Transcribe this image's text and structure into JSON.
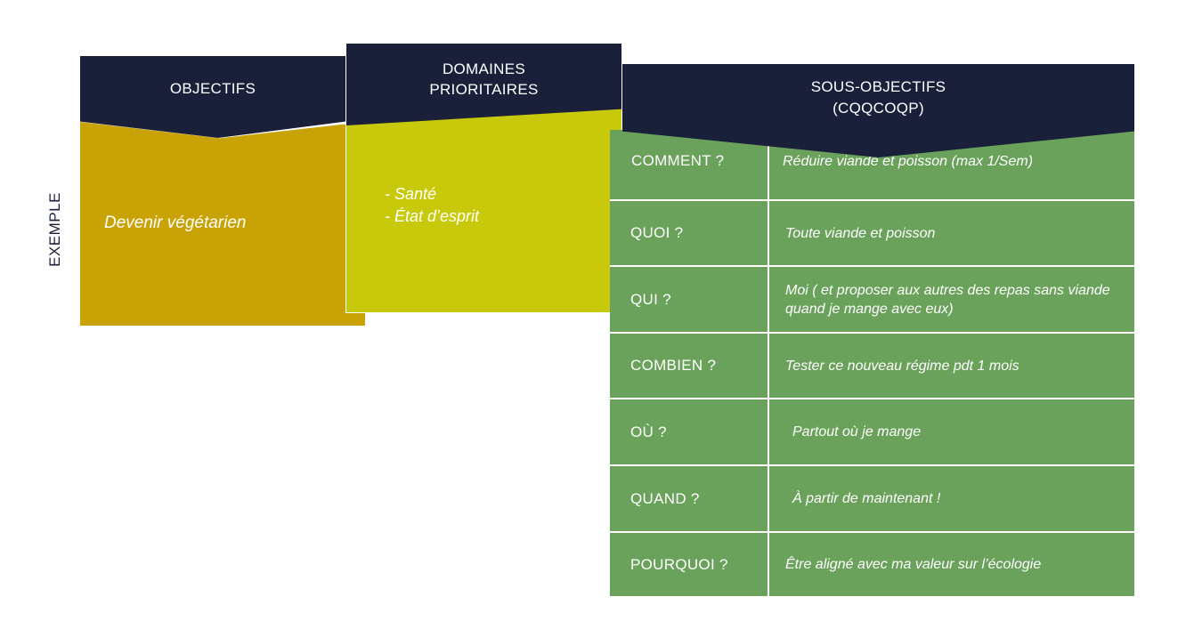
{
  "side_label": "EXEMPLE",
  "objectifs": {
    "header": "OBJECTIFS",
    "content": "Devenir végétarien"
  },
  "domaines": {
    "header_line1": "DOMAINES",
    "header_line2": "PRIORITAIRES",
    "items": [
      "- Santé",
      "- État d’esprit"
    ]
  },
  "sous_objectifs": {
    "header_line1": "SOUS-OBJECTIFS",
    "header_line2": "(CQQCOQP)",
    "rows": [
      {
        "label": "COMMENT ?",
        "value": "Réduire viande et poisson (max 1/Sem)"
      },
      {
        "label": "QUOI ?",
        "value": "Toute viande et poisson"
      },
      {
        "label": "QUI ?",
        "value": "Moi ( et proposer aux autres des repas sans viande quand je mange avec eux)"
      },
      {
        "label": "COMBIEN ?",
        "value": "Tester ce nouveau régime pdt 1 mois"
      },
      {
        "label": "OÙ ?",
        "value": "Partout où je mange"
      },
      {
        "label": "QUAND ?",
        "value": "À partir de maintenant !"
      },
      {
        "label": "POURQUOI ?",
        "value": "Être aligné avec ma valeur sur l’écologie"
      }
    ]
  },
  "colors": {
    "navy": "#1a1f3a",
    "mustard": "#c9a205",
    "lime": "#c8c90a",
    "green": "#6aa15b"
  }
}
